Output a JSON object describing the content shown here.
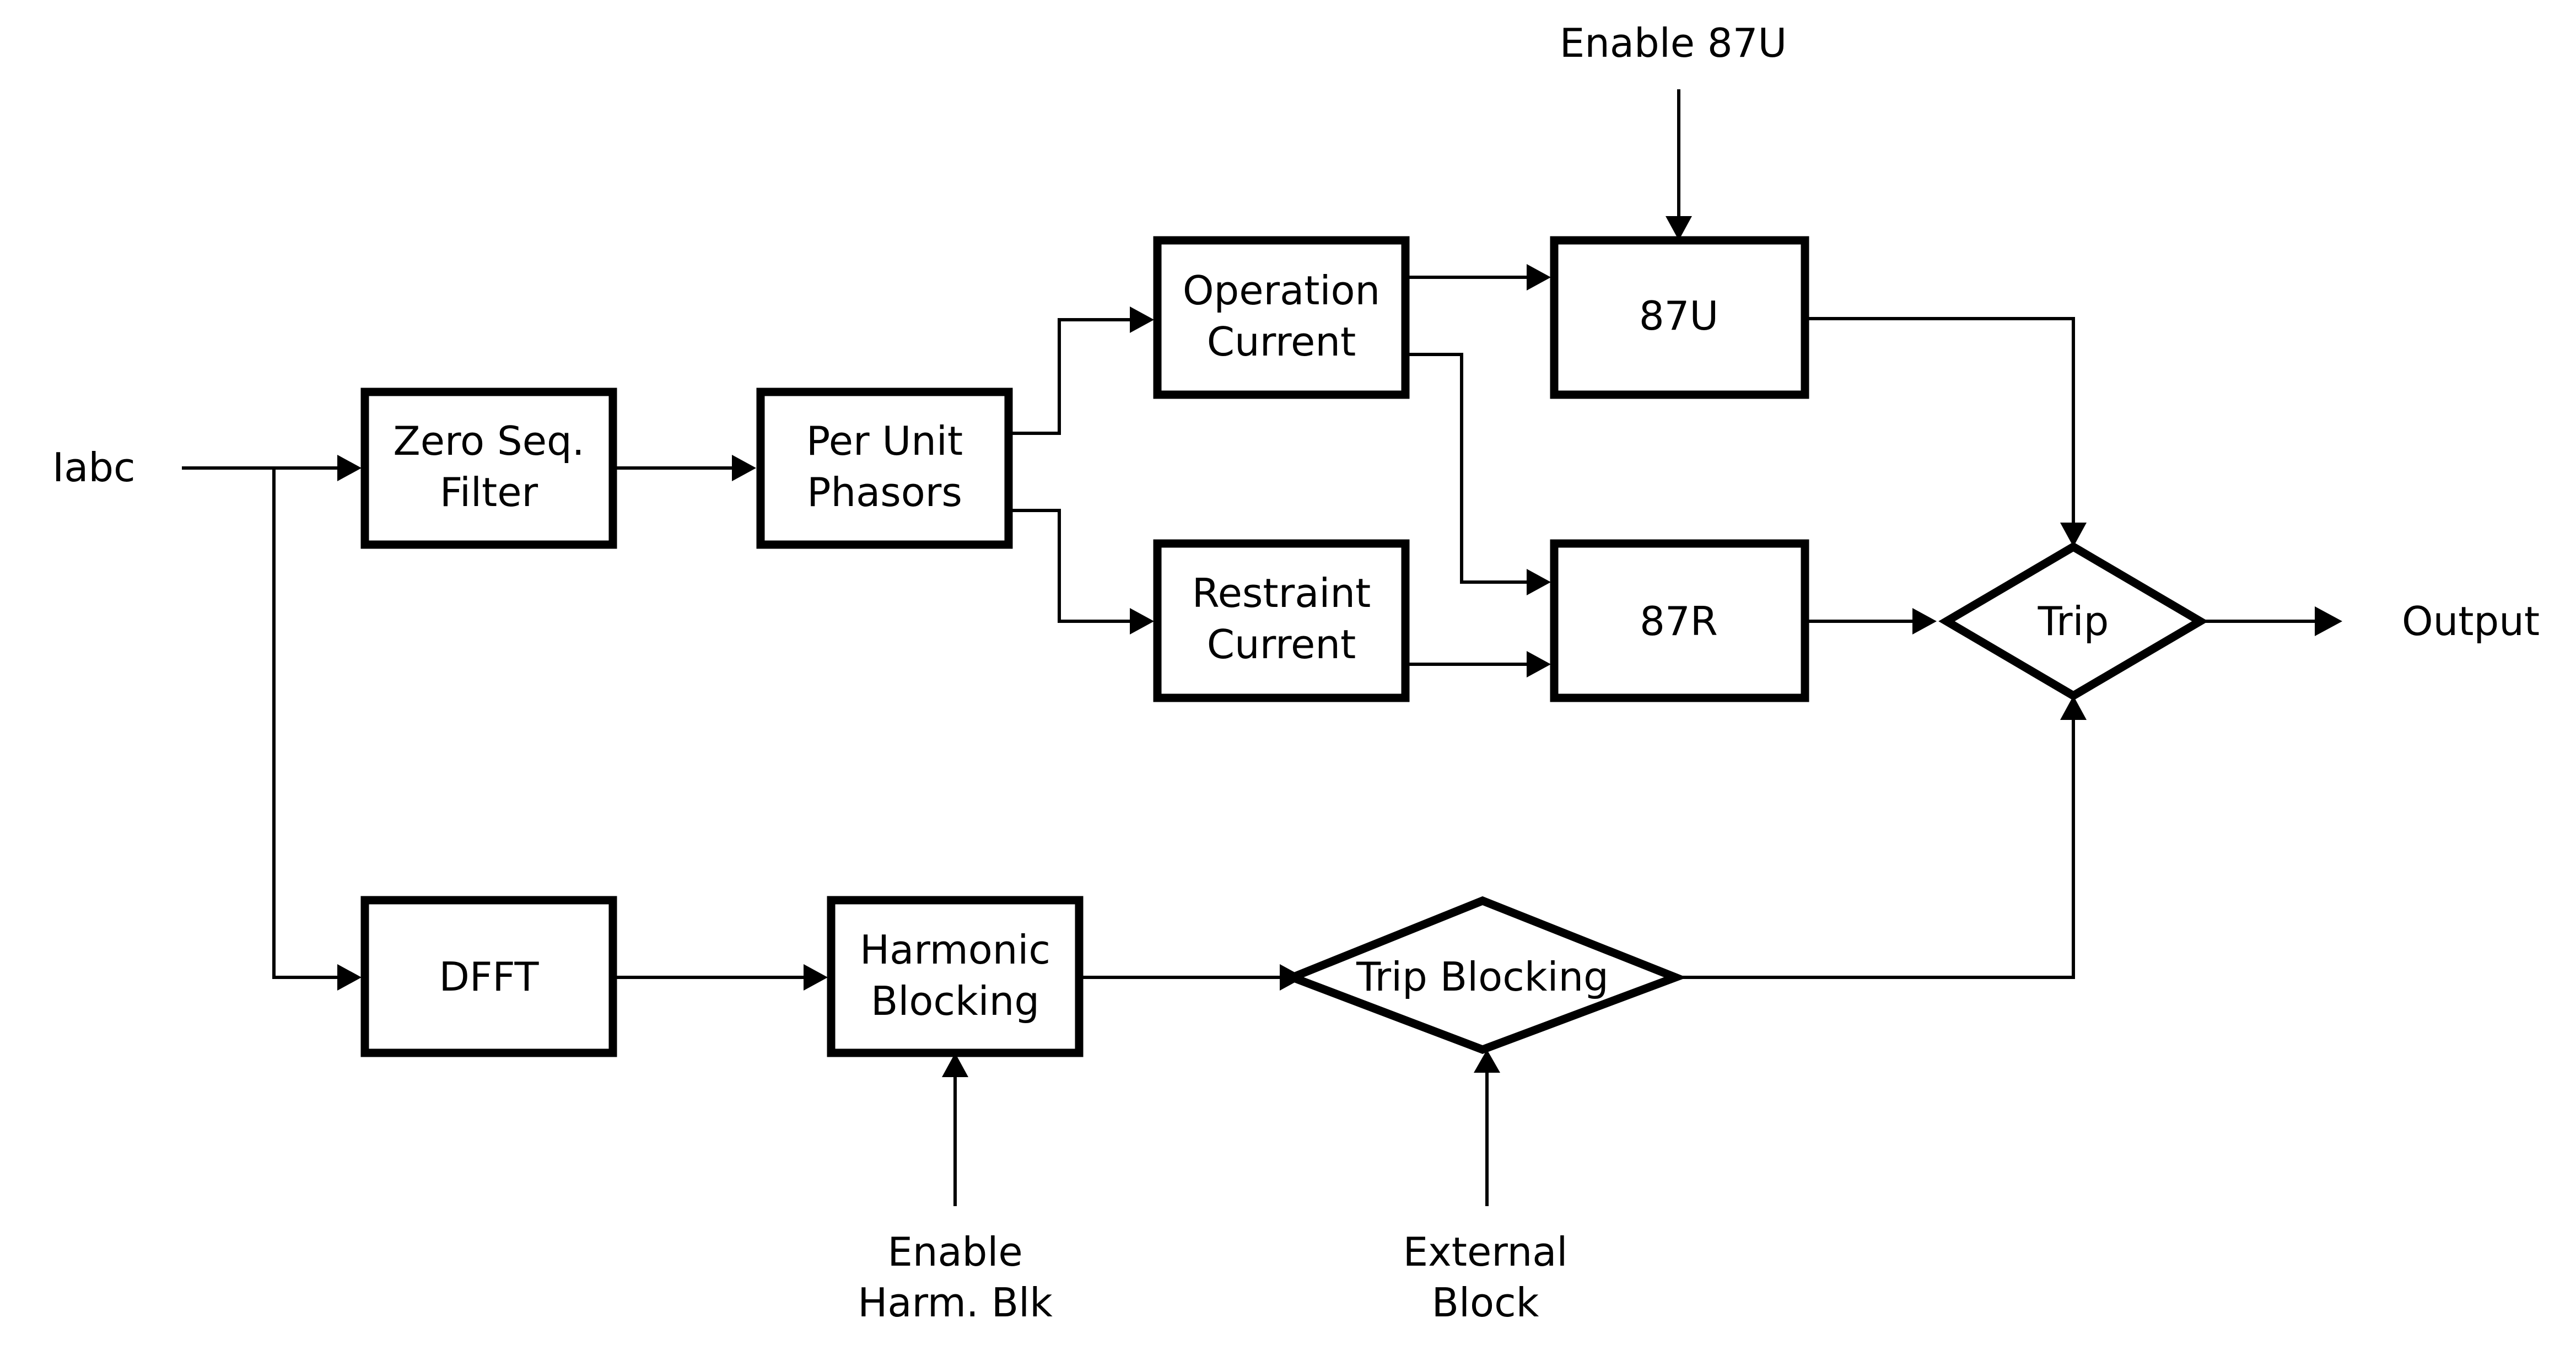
{
  "blocks": {
    "zero_seq_filter": [
      "Zero Seq.",
      "Filter"
    ],
    "per_unit_phasors": [
      "Per Unit",
      "Phasors"
    ],
    "operation_current": [
      "Operation",
      "Current"
    ],
    "restraint_current": [
      "Restraint",
      "Current"
    ],
    "unit_87u": "87U",
    "unit_87r": "87R",
    "dfft": "DFFT",
    "harmonic_blocking": [
      "Harmonic",
      "Blocking"
    ],
    "trip_blocking": "Trip Blocking",
    "trip": "Trip"
  },
  "signals": {
    "input": "Iabc",
    "output": "Output",
    "enable_87u": "Enable 87U",
    "enable_harm_blk": [
      "Enable",
      "Harm. Blk"
    ],
    "external_block": [
      "External",
      "Block"
    ]
  }
}
